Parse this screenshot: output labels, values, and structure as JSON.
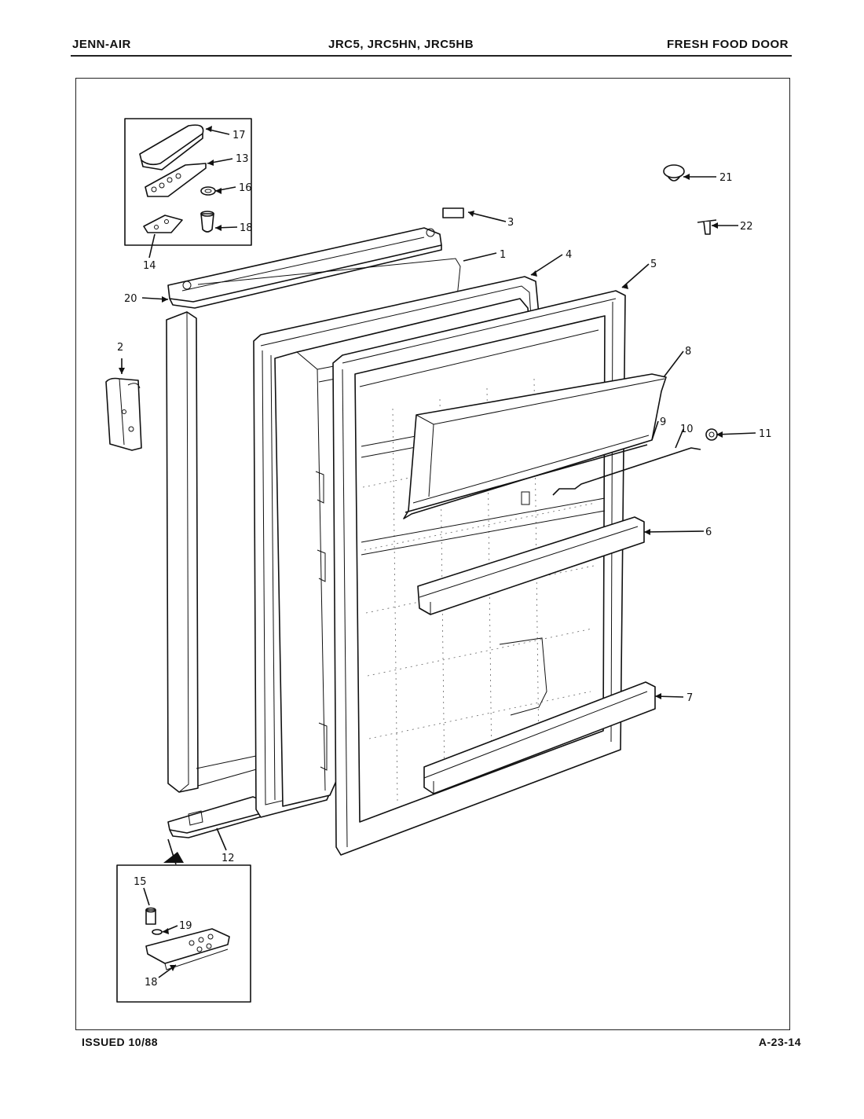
{
  "header": {
    "brand": "JENN-AIR",
    "models": "JRC5, JRC5HN, JRC5HB",
    "section": "FRESH FOOD DOOR"
  },
  "footer": {
    "issued": "ISSUED 10/88",
    "page_code": "A-23-14"
  },
  "callouts": {
    "c1": "1",
    "c2": "2",
    "c3": "3",
    "c4": "4",
    "c5": "5",
    "c6": "6",
    "c7": "7",
    "c8": "8",
    "c9": "9",
    "c10": "10",
    "c11": "11",
    "c12": "12",
    "c13": "13",
    "c14": "14",
    "c15": "15",
    "c16": "16",
    "c17": "17",
    "c18_top": "18",
    "c18_bottom": "18",
    "c19": "19",
    "c20": "20",
    "c21": "21",
    "c22": "22"
  }
}
